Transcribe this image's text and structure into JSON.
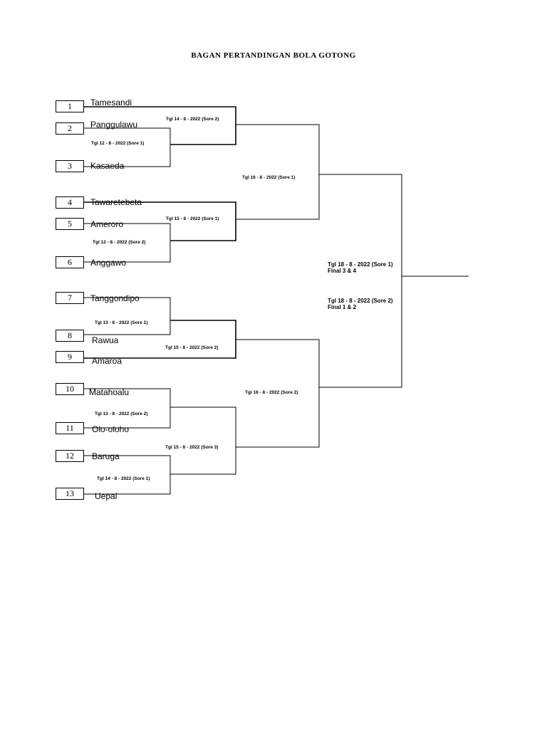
{
  "title": "BAGAN PERTANDINGAN BOLA GOTONG",
  "teams": [
    {
      "num": "1",
      "name": "Tamesandi"
    },
    {
      "num": "2",
      "name": "Panggulawu"
    },
    {
      "num": "3",
      "name": "Kasaeda"
    },
    {
      "num": "4",
      "name": "Tawaretebeta"
    },
    {
      "num": "5",
      "name": "Ameroro"
    },
    {
      "num": "6",
      "name": "Anggawo"
    },
    {
      "num": "7",
      "name": "Tanggondipo"
    },
    {
      "num": "8",
      "name": "Rawua"
    },
    {
      "num": "9",
      "name": "Amaroa"
    },
    {
      "num": "10",
      "name": "Matahoalu"
    },
    {
      "num": "11",
      "name": "Olo-oloho"
    },
    {
      "num": "12",
      "name": "Baruga"
    },
    {
      "num": "13",
      "name": "Uepai"
    }
  ],
  "matches": {
    "m_2_3": "Tgl 12 - 8 - 2022 (Sore 1)",
    "m_1_w23": "Tgl 14 - 8 - 2022 (Sore 2)",
    "m_5_6": "Tgl 12 - 8 - 2022 (Sore 2)",
    "m_4_w56": "Tgl 15 - 8 - 2022 (Sore 1)",
    "m_7_8": "Tgl 13 - 8 - 2022 (Sore 1)",
    "m_w78_9": "Tgl 15 - 8 - 2022 (Sore 2)",
    "m_10_11": "Tgl 13 - 8 - 2022 (Sore 2)",
    "m_12_13": "Tgl 14 - 8 - 2022 (Sore 1)",
    "m_w1011_w1213": "Tgl 15 - 8 - 2022 (Sore 3)",
    "semi_top": "Tgl 16 - 8 - 2022 (Sore 1)",
    "semi_bottom": "Tgl 16 - 8 - 2022 (Sore 2)"
  },
  "finals": {
    "third_date": "Tgl 18 - 8 - 2022 (Sore 1)",
    "third_label": "Final 3 & 4",
    "final_date": "Tgl 18 - 8 - 2022 (Sore 2)",
    "final_label": "Final 1 & 2"
  }
}
